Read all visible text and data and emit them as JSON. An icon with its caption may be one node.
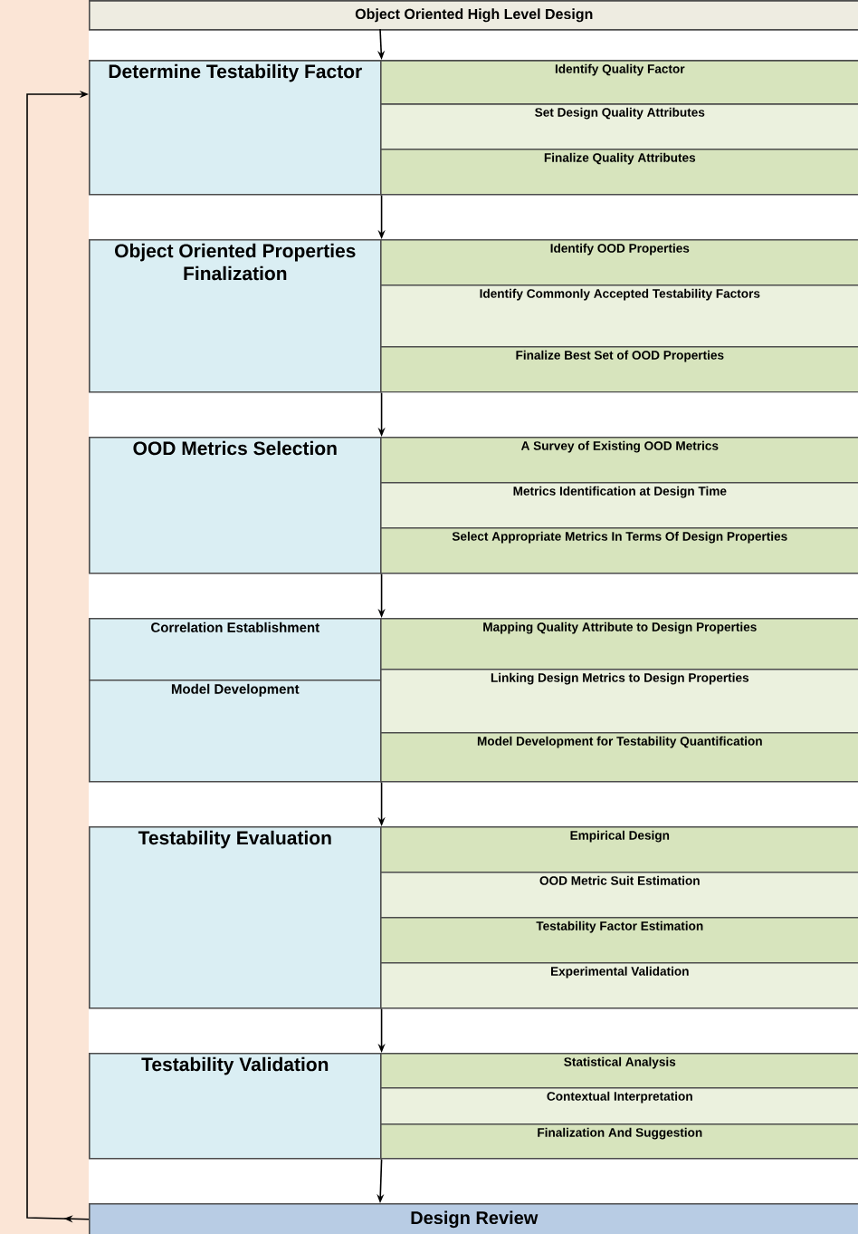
{
  "diagram": {
    "nodes": [
      {
        "text": [
          "Object Oriented High Level Design"
        ]
      },
      {
        "text": [
          "Determine Testability Factor"
        ]
      },
      {
        "text": [
          "Identify Quality Factor"
        ]
      },
      {
        "text": [
          "Set Design Quality Attributes"
        ]
      },
      {
        "text": [
          "Finalize Quality Attributes"
        ]
      },
      {
        "text": [
          "Object Oriented Properties Finalization"
        ]
      },
      {
        "text": [
          "Identify OOD Properties"
        ]
      },
      {
        "text": [
          "Identify Commonly Accepted Testability Factors"
        ]
      },
      {
        "text": [
          "Finalize Best Set of OOD Properties"
        ]
      },
      {
        "text": [
          "OOD Metrics Selection"
        ]
      },
      {
        "text": [
          "A Survey of Existing OOD Metrics"
        ]
      },
      {
        "text": [
          "Metrics Identification at Design Time"
        ]
      },
      {
        "text": [
          "Select Appropriate Metrics In Terms Of Design Properties"
        ]
      },
      {
        "text": [
          "Correlation Establishment"
        ]
      },
      {
        "text": [
          "Model Development"
        ]
      },
      {
        "text": [
          "Mapping Quality Attribute to Design Properties"
        ]
      },
      {
        "text": [
          "Linking Design Metrics to Design Properties"
        ]
      },
      {
        "text": [
          "Model Development for Testability Quantification"
        ]
      },
      {
        "text": [
          "Testability Evaluation"
        ]
      },
      {
        "text": [
          "Empirical Design"
        ]
      },
      {
        "text": [
          "OOD Metric Suit Estimation"
        ]
      },
      {
        "text": [
          "Testability Factor Estimation"
        ]
      },
      {
        "text": [
          "Experimental Validation"
        ]
      },
      {
        "text": [
          "Testability Validation"
        ]
      },
      {
        "text": [
          "Statistical Analysis"
        ]
      },
      {
        "text": [
          "Contextual Interpretation"
        ]
      },
      {
        "text": [
          "Finalization And Suggestion"
        ]
      },
      {
        "text": [
          "Design Review"
        ]
      }
    ],
    "edges": [
      {
        "from": 0,
        "to": 1,
        "arrow": "to"
      },
      {
        "from": 1,
        "to": 5,
        "arrow": "to"
      },
      {
        "from": 5,
        "to": 9,
        "arrow": "to"
      },
      {
        "from": 9,
        "to": 13,
        "arrow": "to"
      },
      {
        "from": 14,
        "to": 18,
        "arrow": "to"
      },
      {
        "from": 18,
        "to": 23,
        "arrow": "to"
      },
      {
        "from": 23,
        "to": 27,
        "arrow": "to"
      },
      {
        "from": 27,
        "to": 1,
        "arrow": "to"
      }
    ]
  }
}
